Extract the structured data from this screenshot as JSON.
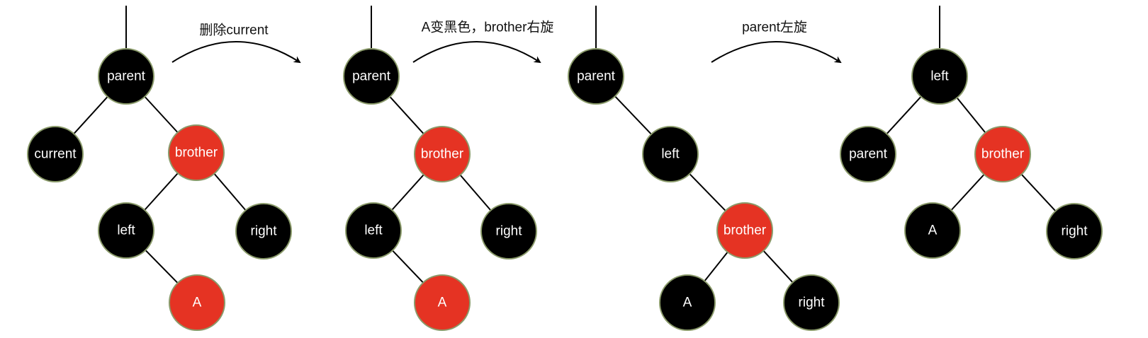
{
  "colors": {
    "black_node": "#000000",
    "red_node": "#e53323",
    "node_border": "#8a9a6a",
    "edge": "#000000"
  },
  "steps": [
    {
      "label": "删除current"
    },
    {
      "label": "A变黑色，brother右旋"
    },
    {
      "label": "parent左旋"
    }
  ],
  "trees": [
    {
      "nodes": [
        {
          "id": "parent",
          "label": "parent",
          "color": "black"
        },
        {
          "id": "current",
          "label": "current",
          "color": "black"
        },
        {
          "id": "brother",
          "label": "brother",
          "color": "red"
        },
        {
          "id": "left",
          "label": "left",
          "color": "black"
        },
        {
          "id": "right",
          "label": "right",
          "color": "black"
        },
        {
          "id": "A",
          "label": "A",
          "color": "red"
        }
      ],
      "edges": [
        [
          "parent",
          "current"
        ],
        [
          "parent",
          "brother"
        ],
        [
          "brother",
          "left"
        ],
        [
          "brother",
          "right"
        ],
        [
          "left",
          "A"
        ]
      ]
    },
    {
      "nodes": [
        {
          "id": "parent",
          "label": "parent",
          "color": "black"
        },
        {
          "id": "brother",
          "label": "brother",
          "color": "red"
        },
        {
          "id": "left",
          "label": "left",
          "color": "black"
        },
        {
          "id": "right",
          "label": "right",
          "color": "black"
        },
        {
          "id": "A",
          "label": "A",
          "color": "red"
        }
      ],
      "edges": [
        [
          "parent",
          "brother"
        ],
        [
          "brother",
          "left"
        ],
        [
          "brother",
          "right"
        ],
        [
          "left",
          "A"
        ]
      ]
    },
    {
      "nodes": [
        {
          "id": "parent",
          "label": "parent",
          "color": "black"
        },
        {
          "id": "left",
          "label": "left",
          "color": "black"
        },
        {
          "id": "brother",
          "label": "brother",
          "color": "red"
        },
        {
          "id": "A",
          "label": "A",
          "color": "black"
        },
        {
          "id": "right",
          "label": "right",
          "color": "black"
        }
      ],
      "edges": [
        [
          "parent",
          "left"
        ],
        [
          "left",
          "brother"
        ],
        [
          "brother",
          "A"
        ],
        [
          "brother",
          "right"
        ]
      ]
    },
    {
      "nodes": [
        {
          "id": "left",
          "label": "left",
          "color": "black"
        },
        {
          "id": "parent",
          "label": "parent",
          "color": "black"
        },
        {
          "id": "brother",
          "label": "brother",
          "color": "red"
        },
        {
          "id": "A",
          "label": "A",
          "color": "black"
        },
        {
          "id": "right",
          "label": "right",
          "color": "black"
        }
      ],
      "edges": [
        [
          "left",
          "parent"
        ],
        [
          "left",
          "brother"
        ],
        [
          "brother",
          "A"
        ],
        [
          "brother",
          "right"
        ]
      ]
    }
  ]
}
